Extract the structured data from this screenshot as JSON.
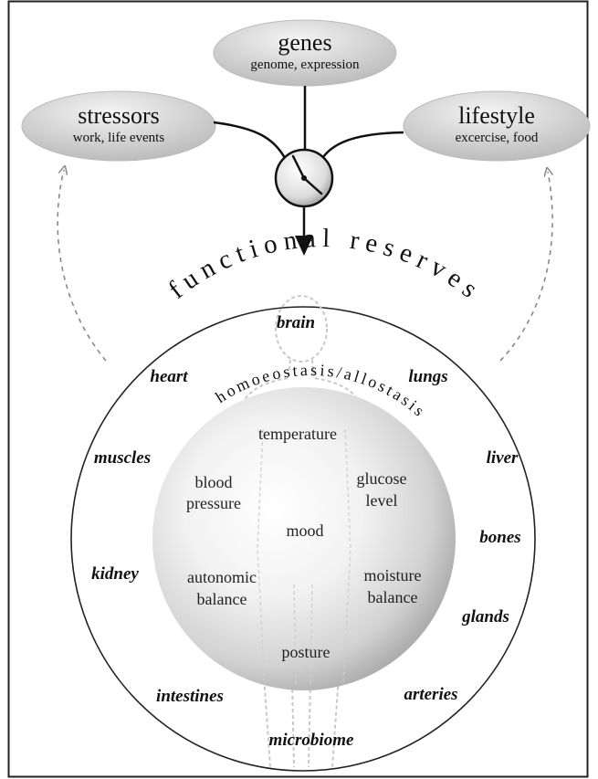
{
  "inputs": {
    "genes": {
      "title": "genes",
      "subtitle": "genome, expression"
    },
    "stressors": {
      "title": "stressors",
      "subtitle": "work, life events"
    },
    "lifestyle": {
      "title": "lifestyle",
      "subtitle": "excercise, food"
    }
  },
  "reserves_label": "functional reserves",
  "homeostasis_label": "homoeostasis/allostasis",
  "organs": {
    "brain": "brain",
    "heart": "heart",
    "lungs": "lungs",
    "muscles": "muscles",
    "liver": "liver",
    "bones": "bones",
    "kidney": "kidney",
    "glands": "glands",
    "intestines": "intestines",
    "arteries": "arteries",
    "microbiome": "microbiome"
  },
  "variables": {
    "temperature": "temperature",
    "blood_pressure": [
      "blood",
      "pressure"
    ],
    "glucose_level": [
      "glucose",
      "level"
    ],
    "mood": "mood",
    "autonomic_balance": [
      "autonomic",
      "balance"
    ],
    "moisture_balance": [
      "moisture",
      "balance"
    ],
    "posture": "posture"
  },
  "colors": {
    "frame": "#222222",
    "ellipse_light": "#f2f2f2",
    "ellipse_dark": "#bdbdbd",
    "sphere_light": "#ffffff",
    "sphere_dark": "#a8a8a8",
    "dashed_arrow": "#888888"
  },
  "icons": {
    "clock": "clock-icon",
    "body": "human-body-outline"
  }
}
